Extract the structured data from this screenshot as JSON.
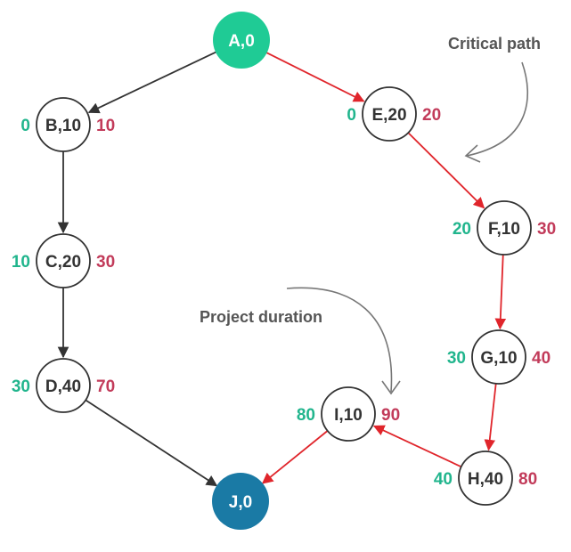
{
  "colors": {
    "start_fill": "#1fcb95",
    "end_fill": "#1a7aa5",
    "node_fill": "#ffffff",
    "node_stroke": "#333333",
    "early_time": "#21b58d",
    "late_time": "#c23b5a",
    "critical_edge": "#e0252b",
    "normal_edge": "#333333",
    "annotation_arrow": "#777777"
  },
  "nodes": [
    {
      "id": "A",
      "label": "A,0",
      "kind": "start"
    },
    {
      "id": "B",
      "label": "B,10",
      "kind": "task",
      "early": "0",
      "late": "10"
    },
    {
      "id": "C",
      "label": "C,20",
      "kind": "task",
      "early": "10",
      "late": "30"
    },
    {
      "id": "D",
      "label": "D,40",
      "kind": "task",
      "early": "30",
      "late": "70"
    },
    {
      "id": "E",
      "label": "E,20",
      "kind": "task",
      "early": "0",
      "late": "20"
    },
    {
      "id": "F",
      "label": "F,10",
      "kind": "task",
      "early": "20",
      "late": "30"
    },
    {
      "id": "G",
      "label": "G,10",
      "kind": "task",
      "early": "30",
      "late": "40"
    },
    {
      "id": "H",
      "label": "H,40",
      "kind": "task",
      "early": "40",
      "late": "80"
    },
    {
      "id": "I",
      "label": "I,10",
      "kind": "task",
      "early": "80",
      "late": "90"
    },
    {
      "id": "J",
      "label": "J,0",
      "kind": "end"
    }
  ],
  "edges": [
    {
      "from": "A",
      "to": "B",
      "critical": false
    },
    {
      "from": "B",
      "to": "C",
      "critical": false
    },
    {
      "from": "C",
      "to": "D",
      "critical": false
    },
    {
      "from": "D",
      "to": "J",
      "critical": false
    },
    {
      "from": "A",
      "to": "E",
      "critical": true
    },
    {
      "from": "E",
      "to": "F",
      "critical": true
    },
    {
      "from": "F",
      "to": "G",
      "critical": true
    },
    {
      "from": "G",
      "to": "H",
      "critical": true
    },
    {
      "from": "H",
      "to": "I",
      "critical": true
    },
    {
      "from": "I",
      "to": "J",
      "critical": true
    }
  ],
  "annotations": {
    "critical_path": "Critical path",
    "project_duration": "Project duration"
  }
}
